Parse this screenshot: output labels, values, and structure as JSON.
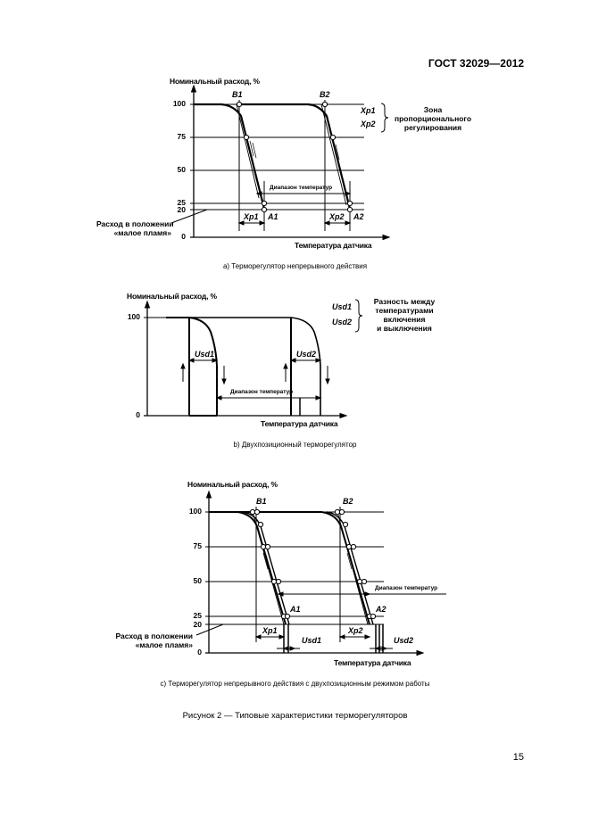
{
  "header": {
    "standard": "ГОСТ 32029—2012"
  },
  "figure_a": {
    "ylabel": "Номинальный расход, %",
    "xlabel": "Температура датчика",
    "ticks": [
      "100",
      "75",
      "50",
      "25",
      "20",
      "0"
    ],
    "point_b1": "B1",
    "point_b2": "B2",
    "point_a1": "A1",
    "point_a2": "A2",
    "xp1": "Xp1",
    "xp2": "Xp2",
    "legend_sym1": "Xp1",
    "legend_sym2": "Xp2",
    "legend_text": [
      "Зона",
      "пропорционального",
      "регулирования"
    ],
    "range_label": "Диапазон температур",
    "min_flame_label": [
      "Расход в положении",
      "«малое пламя»"
    ],
    "caption": "а) Терморегулятор непрерывного действия"
  },
  "figure_b": {
    "ylabel": "Номинальный расход, %",
    "xlabel": "Температура датчика",
    "ticks": [
      "100",
      "0"
    ],
    "usd1": "Usd1",
    "usd2": "Usd2",
    "legend_sym1": "Usd1",
    "legend_sym2": "Usd2",
    "legend_text": [
      "Разность между",
      "температурами",
      "включения",
      "и выключения"
    ],
    "range_label": "Диапазон температур",
    "caption": "b) Двухпозиционный терморегулятор"
  },
  "figure_c": {
    "ylabel": "Номинальный расход, %",
    "xlabel": "Температура датчика",
    "ticks": [
      "100",
      "75",
      "50",
      "25",
      "20",
      "0"
    ],
    "point_b1": "B1",
    "point_b2": "B2",
    "point_a1": "A1",
    "point_a2": "A2",
    "xp1": "Xp1",
    "xp2": "Xp2",
    "usd1": "Usd1",
    "usd2": "Usd2",
    "range_label": "Диапазон температур",
    "min_flame_label": [
      "Расход в положении",
      "«малое пламя»"
    ],
    "caption": "с) Терморегулятор непрерывного действия с двухпозиционным режимом работы"
  },
  "figure_caption": "Рисунок 2 — Типовые характеристики терморегуляторов",
  "page_number": "15"
}
